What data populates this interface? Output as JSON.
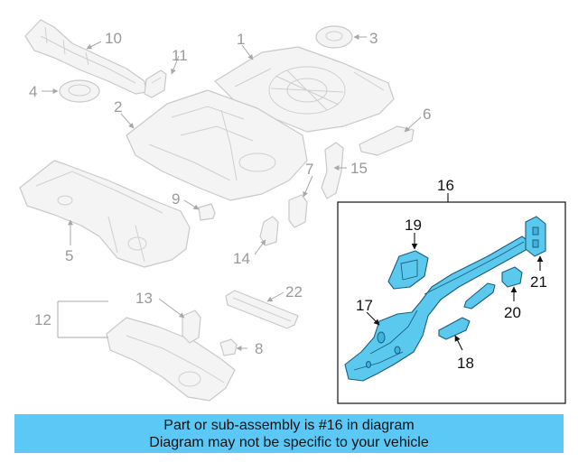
{
  "callouts": {
    "c1": "1",
    "c2": "2",
    "c3": "3",
    "c4": "4",
    "c5": "5",
    "c6": "6",
    "c7": "7",
    "c8": "8",
    "c9": "9",
    "c10": "10",
    "c11": "11",
    "c12": "12",
    "c13": "13",
    "c14": "14",
    "c15": "15",
    "c16": "16",
    "c17": "17",
    "c18": "18",
    "c19": "19",
    "c20": "20",
    "c21": "21",
    "c22": "22"
  },
  "highlight": {
    "part_number": "16",
    "color": "#5bc8ee"
  },
  "banner": {
    "line1": "Part or sub-assembly is #16 in diagram",
    "line2": "Diagram may not be specific to your vehicle",
    "background": "#5bc8f5"
  }
}
